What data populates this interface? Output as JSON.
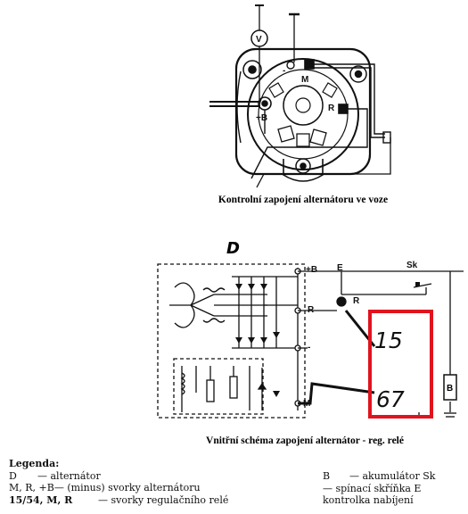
{
  "top_figure": {
    "caption": "Kontrolní zapojení alternátoru ve voze",
    "labels": {
      "voltmeter": "V",
      "minus": "-",
      "m": "M",
      "r": "R",
      "plus_b": "+B"
    }
  },
  "bottom_figure": {
    "caption": "Vnitřní schéma zapojení alternátor - reg. relé",
    "labels": {
      "d": "D",
      "b": "+B",
      "r": "R",
      "minus": "-",
      "m": "M",
      "e": "E",
      "sk": "Sk",
      "r_lamp": "R",
      "battery": "B"
    },
    "annotations": {
      "terminal_15": "15",
      "terminal_67": "67"
    },
    "highlight_color": "#e0141e"
  },
  "legend": {
    "title": "Legenda:",
    "left": [
      {
        "key": "D",
        "text": "— alternátor"
      },
      {
        "key": "M, R, +B",
        "text": "— (minus)   svorky alternátoru"
      },
      {
        "key": "15/54, M, R",
        "text": "— svorky regulačního relé"
      }
    ],
    "right": [
      {
        "key": "B",
        "text": "— akumulátor Sk"
      },
      {
        "key": "",
        "text": "— spínací skříňka E"
      },
      {
        "key": "",
        "text": "kontrolka nabíjení"
      }
    ]
  }
}
